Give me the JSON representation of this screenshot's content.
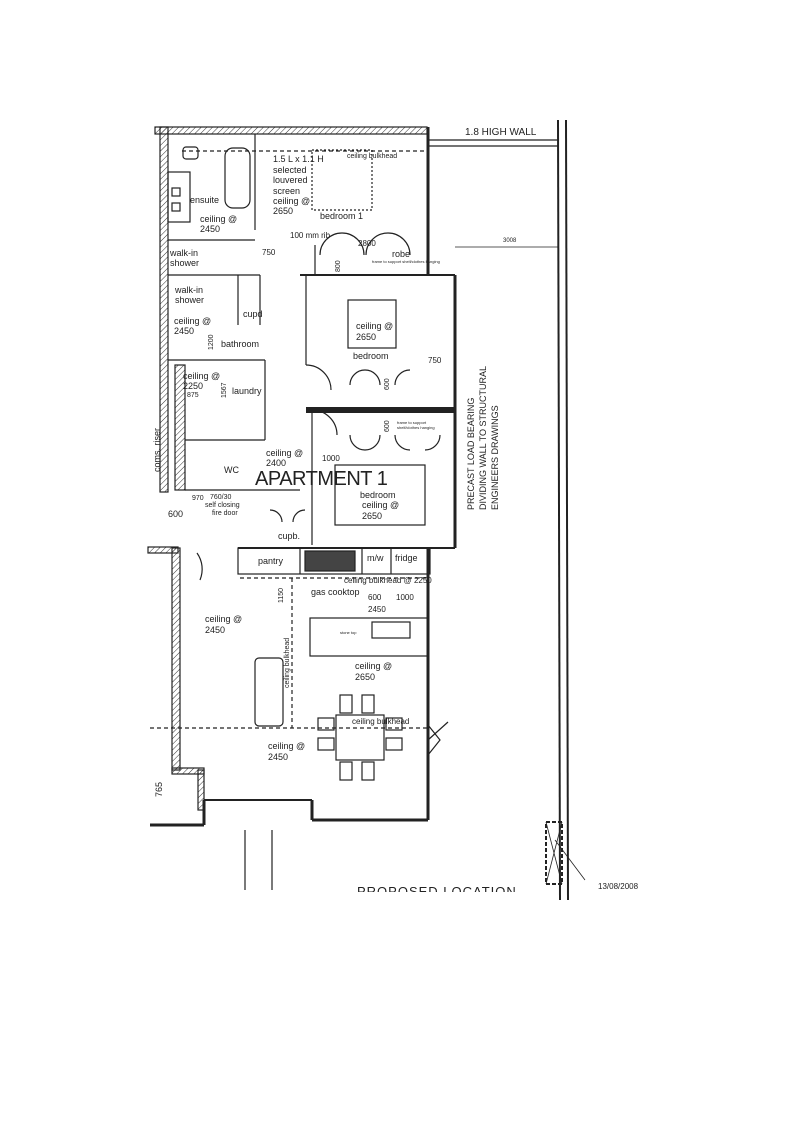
{
  "site": {
    "high_wall": "1.8 HIGH WALL",
    "setback": "3008",
    "proposed_location": "PROPOSED LOCATION",
    "date": "13/08/2008",
    "precast_note": [
      "PRECAST LOAD BEARING",
      "DIVIDING WALL TO STRUCTURAL",
      "ENGINEERS DRAWINGS"
    ]
  },
  "title": "APARTMENT 1",
  "rooms": {
    "ensuite": {
      "name": "ensuite",
      "ceiling": [
        "ceiling @",
        "2450"
      ]
    },
    "screen": [
      "1.5 L x 1.1 H",
      "selected",
      "louvered",
      "screen",
      "ceiling @",
      "2650"
    ],
    "bedroom1": {
      "name": "bedroom 1",
      "bulkhead": "ceiling bulkhead",
      "rib": "100 mm rib",
      "width": "2800",
      "robe": "robe",
      "robe_note": "frame to support shelf/clothes hanging",
      "robe_depth": "800"
    },
    "shower1": "walk-in shower",
    "shower2": "walk-in shower",
    "cupd": "cupd",
    "bathroom": {
      "name": "bathroom",
      "ceiling": [
        "ceiling @",
        "2450"
      ],
      "dim": "1200"
    },
    "bedroom2": {
      "name": "bedroom",
      "ceiling": [
        "ceiling @",
        "2650"
      ],
      "dim": "750",
      "robe_depth": "600"
    },
    "laundry": {
      "name": "laundry",
      "ceiling": [
        "ceiling @",
        "2250"
      ],
      "dim1": "875",
      "dim2": "1567"
    },
    "riser": "coms. riser",
    "hall": {
      "ceiling": [
        "ceiling @",
        "2400"
      ],
      "dim": "1000",
      "dim_750": "750"
    },
    "wc": "WC",
    "bedroom3": {
      "name": [
        "bedroom",
        "ceiling @",
        "2650"
      ],
      "robe_depth": "600",
      "robe_note": "frame to support shelf/clothes hanging"
    },
    "entry": {
      "dim970": "970",
      "door": [
        "760/30",
        "self closing",
        "fire door"
      ],
      "dim600": "600"
    },
    "cupb": "cupb.",
    "kitchen": {
      "pantry": "pantry",
      "mw": "m/w",
      "fridge": "fridge",
      "bulkhead": "ceiling bulkhead @ 2250",
      "cooktop": "gas cooktop",
      "d600": "600",
      "d1000": "1000",
      "d2450": "2450",
      "d1150": "1150",
      "stone": "stone top"
    },
    "living": {
      "ceiling": [
        "ceiling @",
        "2450"
      ],
      "bulkhead": "ceiling bulkhead"
    },
    "dining": {
      "ceiling": [
        "ceiling @",
        "2650"
      ],
      "bulkhead": "ceiling bulkhead"
    },
    "lower": {
      "ceiling": [
        "ceiling @",
        "2450"
      ],
      "dim": "765"
    }
  }
}
